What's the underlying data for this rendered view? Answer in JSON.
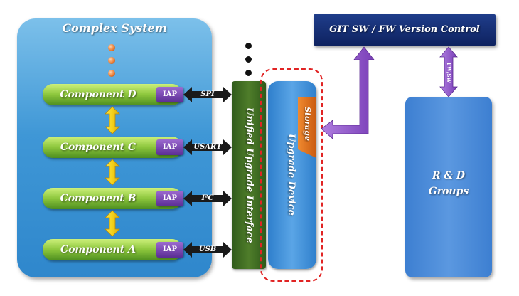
{
  "diagram": {
    "complex_system": {
      "title": "Complex System",
      "components": [
        {
          "label": "Component D",
          "iap": "IAP",
          "bus": "SPI"
        },
        {
          "label": "Component C",
          "iap": "IAP",
          "bus": "USART"
        },
        {
          "label": "Component B",
          "iap": "IAP",
          "bus": "I²C"
        },
        {
          "label": "Component A",
          "iap": "IAP",
          "bus": "USB"
        }
      ]
    },
    "unified_interface": {
      "label": "Unified Upgrade Interface"
    },
    "upgrade_device": {
      "label": "Upgrade Device",
      "storage_label": "Storage"
    },
    "version_control": {
      "label": "GIT SW / FW Version Control"
    },
    "rnd_groups": {
      "line1": "R & D",
      "line2": "Groups"
    },
    "link_label": "FW/SW",
    "colors": {
      "complex_bg": "#3f97d6",
      "component_green": "#8cc63c",
      "iap_purple": "#6a3aa6",
      "interface_green": "#4f7d2a",
      "upgrade_blue": "#4a97de",
      "storage_orange": "#e07020",
      "git_navy": "#16306f",
      "rnd_blue": "#4d8ad8",
      "dashed_red": "#e12424",
      "purple_arrow": "#8a4fc6",
      "yellow_arrow": "#f4d21a"
    }
  }
}
